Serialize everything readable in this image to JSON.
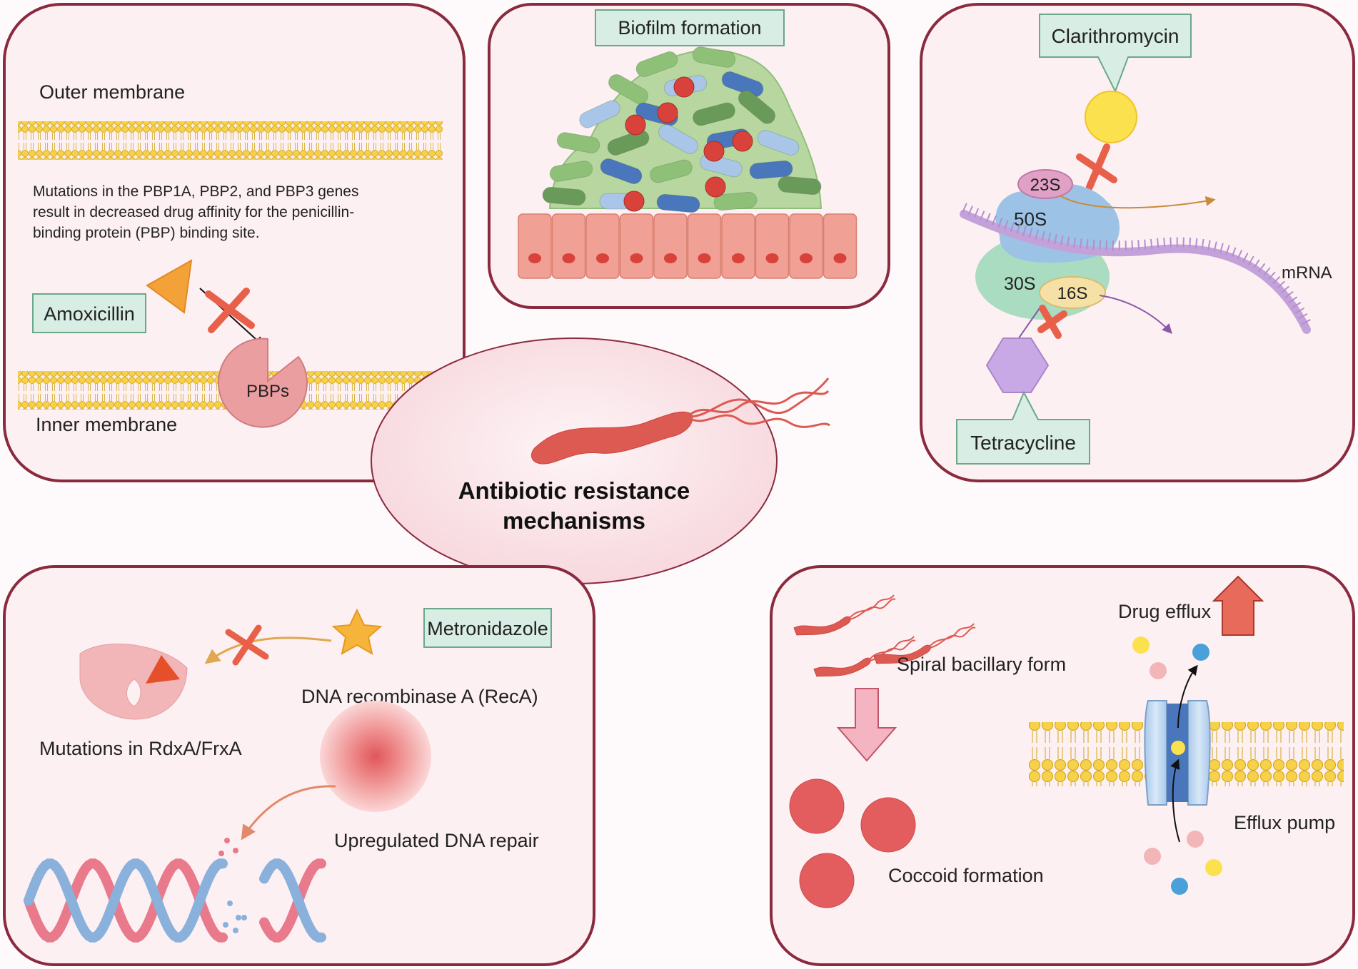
{
  "center": {
    "title_line1": "Antibiotic resistance",
    "title_line2": "mechanisms"
  },
  "panel_pbp": {
    "outer_membrane": "Outer membrane",
    "inner_membrane": "Inner membrane",
    "desc_line1": "Mutations in the PBP1A, PBP2, and PBP3 genes",
    "desc_line2": "result in decreased drug affinity for the penicillin-",
    "desc_line3": "binding protein (PBP) binding site.",
    "drug_label": "Amoxicillin",
    "target_label": "PBPs"
  },
  "panel_biofilm": {
    "label": "Biofilm formation"
  },
  "panel_ribosome": {
    "drug1_label": "Clarithromycin",
    "drug2_label": "Tetracycline",
    "rrna_23s": "23S",
    "subunit_50s": "50S",
    "subunit_30s": "30S",
    "rrna_16s": "16S",
    "mrna_label": "mRNA"
  },
  "panel_metronidazole": {
    "drug_label": "Metronidazole",
    "mutation_label": "Mutations in RdxA/FrxA",
    "reca_label": "DNA recombinase A (RecA)",
    "repair_label": "Upregulated DNA repair"
  },
  "panel_morphology": {
    "spiral_label": "Spiral bacillary form",
    "coccoid_label": "Coccoid formation",
    "efflux_label": "Drug efflux",
    "pump_label": "Efflux pump"
  },
  "colors": {
    "panel_border": "#8a2a3e",
    "panel_fill": "#fdf0f3",
    "label_box_fill": "#d8ede3",
    "label_box_border": "#6aa88a",
    "membrane_head": "#f6d24a",
    "inhibit_x": "#e8604a",
    "bacterium": "#dc5a52"
  }
}
